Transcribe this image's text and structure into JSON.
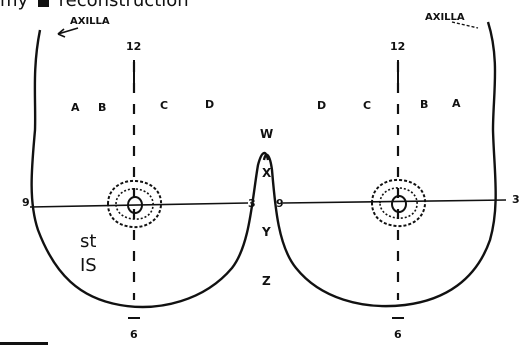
{
  "caption": {
    "before": "my",
    "icon": "reconstruction-marker-icon",
    "after": "reconstruction"
  },
  "side_text": [
    "st",
    "IS",
    ""
  ],
  "diagram": {
    "axilla_left": "AXILLA",
    "axilla_right": "AXILLA",
    "clock_12_left": "12",
    "clock_12_right": "12",
    "clock_6_left": "6",
    "clock_6_right": "6",
    "clock_9_left": "9",
    "clock_3_left": "3",
    "clock_9_right": "9",
    "clock_3_right": "3",
    "zones_left": [
      "A",
      "B",
      "C",
      "D"
    ],
    "zones_right": [
      "D",
      "C",
      "B",
      "A"
    ],
    "midline": [
      "W",
      "X",
      "Y",
      "Z"
    ]
  },
  "colors": {
    "ink": "#111111",
    "background": "#ffffff"
  }
}
